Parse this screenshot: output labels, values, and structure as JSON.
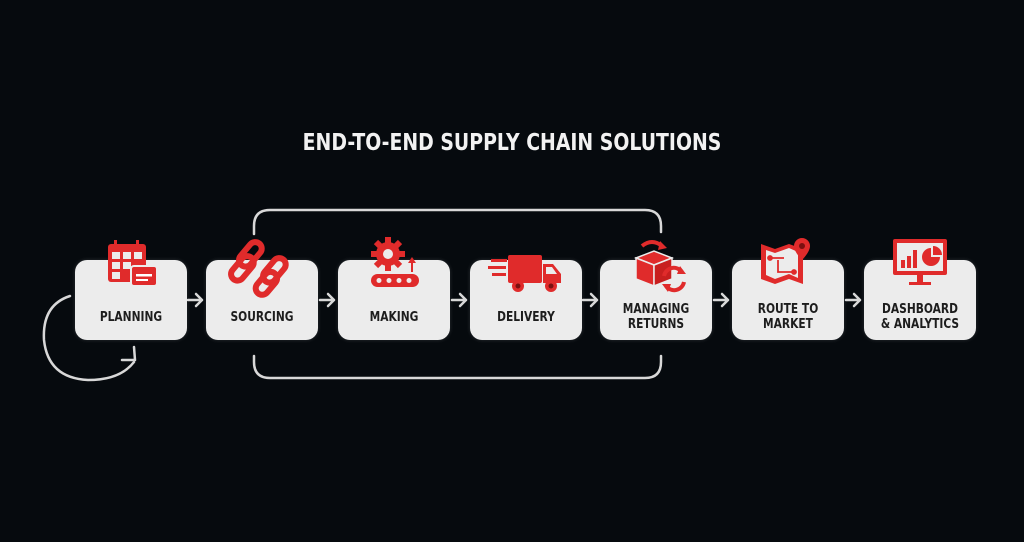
{
  "title": "END-TO-END SUPPLY CHAIN SOLUTIONS",
  "colors": {
    "accent": "#e02b2b",
    "background": "#060a0e",
    "box": "#ececec",
    "arrow": "#d8d8d8"
  },
  "steps": [
    {
      "label": "PLANNING",
      "icon": "calendar-icon"
    },
    {
      "label": "SOURCING",
      "icon": "chain-links-icon"
    },
    {
      "label": "MAKING",
      "icon": "gear-conveyor-icon"
    },
    {
      "label": "DELIVERY",
      "icon": "truck-icon"
    },
    {
      "label": "MANAGING RETURNS",
      "icon": "return-box-icon"
    },
    {
      "label": "ROUTE TO MARKET",
      "icon": "map-pin-icon"
    },
    {
      "label": "DASHBOARD & ANALYTICS",
      "icon": "monitor-chart-icon"
    }
  ]
}
